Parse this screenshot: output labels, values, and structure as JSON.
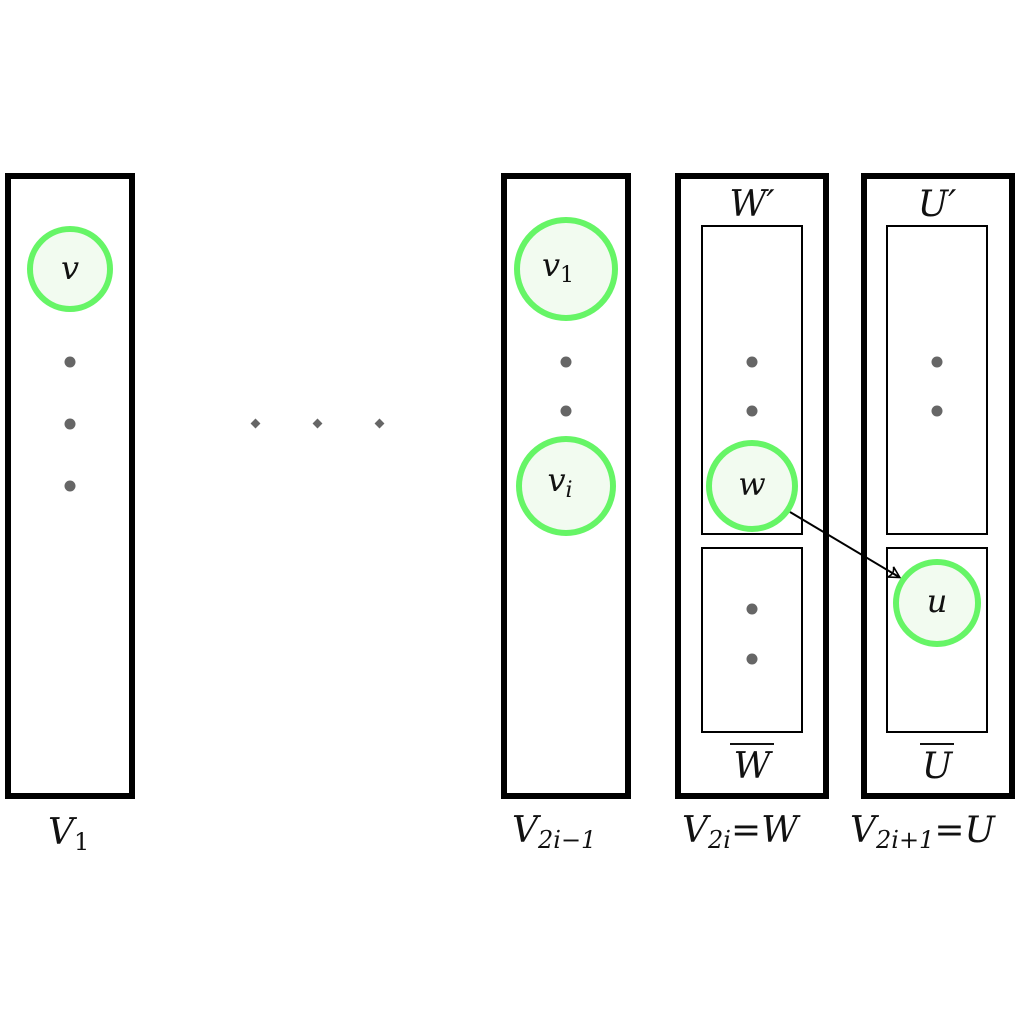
{
  "partitions": {
    "v1": {
      "label": "V",
      "sub": "1"
    },
    "v2i_minus_1": {
      "label": "V",
      "sub": "2i−1"
    },
    "v2i": {
      "label": "V",
      "sub": "2i",
      "eq": "=W"
    },
    "v2i_plus_1": {
      "label": "V",
      "sub": "2i+1",
      "eq": "=U"
    }
  },
  "nodes": {
    "v": "v",
    "v_1": {
      "base": "v",
      "sub": "1"
    },
    "v_i": {
      "base": "v",
      "sub": "i"
    },
    "w": "w",
    "u": "u"
  },
  "subsets": {
    "w_prime": "W′",
    "w_bar": "W",
    "u_prime": "U′",
    "u_bar": "U"
  },
  "colors": {
    "node_stroke": "#66f566",
    "node_fill": "#f2fbf0",
    "dot": "#666666",
    "frame": "#000000"
  }
}
